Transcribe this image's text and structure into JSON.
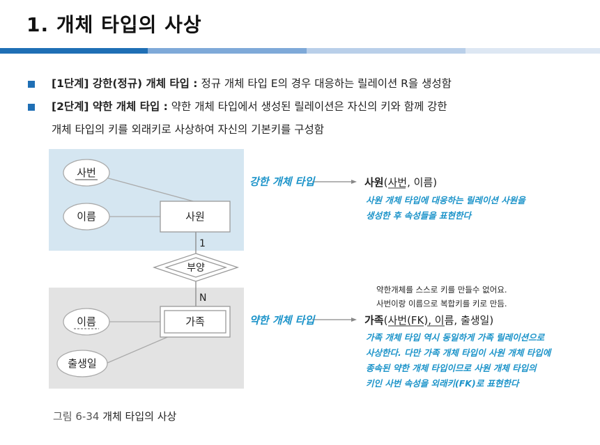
{
  "header": {
    "title": "1. 개체 타입의 사상"
  },
  "bullets": [
    {
      "label": "[1단계] 강한(정규) 개체 타입 :",
      "text": " 정규 개체 타입 E의 경우 대응하는 릴레이션 R을 생성함"
    },
    {
      "label": "[2단계] 약한 개체 타입 :",
      "text": " 약한 개체 타입에서 생성된 릴레이션은 자신의 키와 함께 강한",
      "text2": "개체 타입의 키를 외래키로 사상하여 자신의 기본키를 구성함"
    }
  ],
  "diagram": {
    "strong_attrs": [
      "사번",
      "이름"
    ],
    "strong_entity": "사원",
    "relationship": "부양",
    "card_top": "1",
    "card_bottom": "N",
    "weak_attrs": [
      "이름",
      "출생일"
    ],
    "weak_entity": "가족",
    "strong_annotation": "강한 개체 타입",
    "weak_annotation": "약한 개체 타입",
    "strong_relation": {
      "name": "사원",
      "keys": "사번",
      "rest": ", 이름)"
    },
    "strong_note": [
      "사원 개체 타입에 대응하는 릴레이션 사원을",
      "생성한 후 속성들을 표현한다"
    ],
    "weak_small_note": [
      "약한개체를 스스로 키를 만들수 없어요.",
      "사번이랑 이름으로 복합키를 키로 만듬."
    ],
    "weak_relation": {
      "name": "가족",
      "keys": "사번(FK)",
      "mid": ", ",
      "key2": "이름",
      "rest": ", 출생일)"
    },
    "weak_note": [
      "가족 개체 타입 역시 동일하게 가족 릴레이션으로",
      "사상한다. 다만 가족 개체 타입이 사원 개체 타입에",
      "종속된 약한 개체 타입이므로 사원 개체 타입의",
      "키인 사번 속성을 외래키(FK)로 표현한다"
    ]
  },
  "caption": {
    "prefix": "그림 6-34 ",
    "title": "개체 타입의 사상"
  },
  "colors": {
    "accent": "#1f6fb5",
    "strong_bg": "#d5e6f1",
    "weak_bg": "#e3e3e3",
    "hand": "#1b93c9"
  }
}
